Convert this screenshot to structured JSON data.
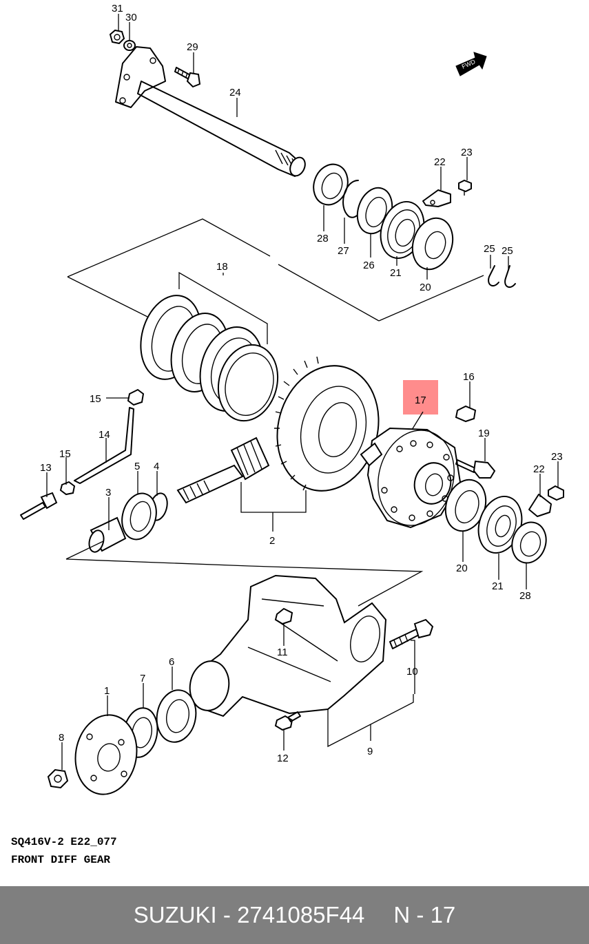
{
  "diagram": {
    "callouts": [
      {
        "id": "31",
        "label": "31"
      },
      {
        "id": "30",
        "label": "30"
      },
      {
        "id": "29",
        "label": "29"
      },
      {
        "id": "24",
        "label": "24"
      },
      {
        "id": "22a",
        "label": "22"
      },
      {
        "id": "23a",
        "label": "23"
      },
      {
        "id": "28a",
        "label": "28"
      },
      {
        "id": "27",
        "label": "27"
      },
      {
        "id": "26",
        "label": "26"
      },
      {
        "id": "21a",
        "label": "21"
      },
      {
        "id": "20a",
        "label": "20"
      },
      {
        "id": "25a",
        "label": "25"
      },
      {
        "id": "25b",
        "label": "25"
      },
      {
        "id": "18",
        "label": "18"
      },
      {
        "id": "16",
        "label": "16"
      },
      {
        "id": "17",
        "label": "17"
      },
      {
        "id": "15a",
        "label": "15"
      },
      {
        "id": "14",
        "label": "14"
      },
      {
        "id": "19",
        "label": "19"
      },
      {
        "id": "13",
        "label": "13"
      },
      {
        "id": "15b",
        "label": "15"
      },
      {
        "id": "5",
        "label": "5"
      },
      {
        "id": "4",
        "label": "4"
      },
      {
        "id": "3",
        "label": "3"
      },
      {
        "id": "23b",
        "label": "23"
      },
      {
        "id": "22b",
        "label": "22"
      },
      {
        "id": "2",
        "label": "2"
      },
      {
        "id": "20b",
        "label": "20"
      },
      {
        "id": "21b",
        "label": "21"
      },
      {
        "id": "28b",
        "label": "28"
      },
      {
        "id": "11",
        "label": "11"
      },
      {
        "id": "10",
        "label": "10"
      },
      {
        "id": "6",
        "label": "6"
      },
      {
        "id": "1",
        "label": "1"
      },
      {
        "id": "7",
        "label": "7"
      },
      {
        "id": "8",
        "label": "8"
      },
      {
        "id": "9",
        "label": "9"
      },
      {
        "id": "12",
        "label": "12"
      }
    ],
    "highlighted_part": "17",
    "highlight_color": "#ff8c8c",
    "fwd_arrow_text": "FWD"
  },
  "caption": {
    "code": "SQ416V-2 E22_077",
    "title": "FRONT DIFF GEAR"
  },
  "footer": {
    "brand": "SUZUKI",
    "separator": " - ",
    "part_number": "2741085F44",
    "position": "N - 17",
    "background": "#7f7f7f"
  }
}
